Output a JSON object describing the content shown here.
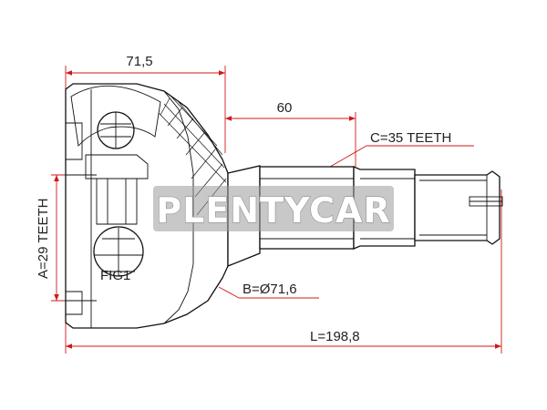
{
  "watermark": {
    "text": "PLENTYCAR"
  },
  "dimensions": {
    "top_width": "71,5",
    "shaft_length": "60",
    "outer_spline": "C=35 TEETH",
    "inner_spline": "A=29 TEETH",
    "bore_diameter": "B=Ø71,6",
    "total_length": "L=198,8"
  },
  "figure_label": "FIG1",
  "colors": {
    "dimension_lines": "#d01818",
    "outline": "#111111",
    "watermark_fill": "#ffffff",
    "watermark_stroke": "#9a9a9a"
  }
}
